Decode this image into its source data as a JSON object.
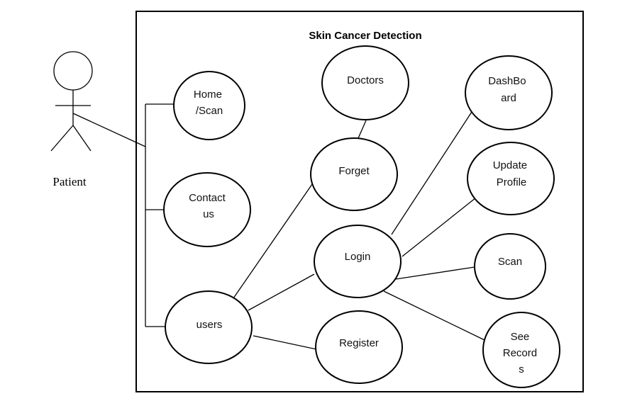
{
  "diagram": {
    "title": "Skin Cancer Detection",
    "actor": {
      "name": "Patient"
    },
    "use_cases": {
      "home_scan": [
        "Home",
        "/Scan"
      ],
      "contact_us": [
        "Contact",
        "us"
      ],
      "users": [
        "users"
      ],
      "doctors": [
        "Doctors"
      ],
      "forget": [
        "Forget"
      ],
      "login": [
        "Login"
      ],
      "register": [
        "Register"
      ],
      "dashboard": [
        "DashBo",
        "ard"
      ],
      "update_profile": [
        "Update",
        "Profile"
      ],
      "scan": [
        "Scan"
      ],
      "see_records": [
        "See",
        "Record",
        "s"
      ]
    }
  }
}
